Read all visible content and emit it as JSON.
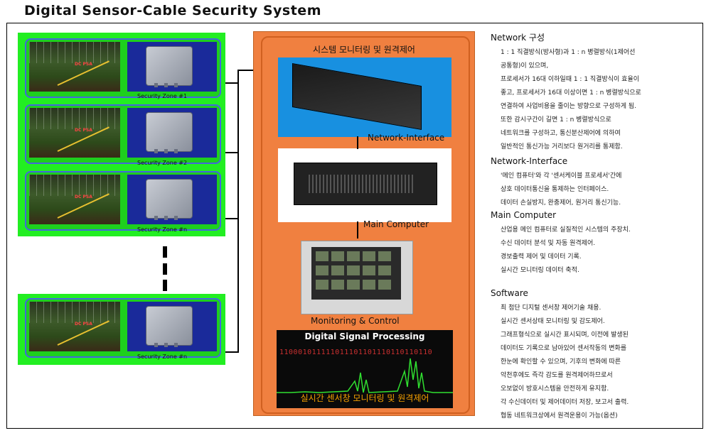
{
  "title": "Digital Sensor-Cable Security System",
  "zones": [
    {
      "label": "Security Zone #1"
    },
    {
      "label": "Security Zone #2"
    },
    {
      "label": "Security Zone #n"
    },
    {
      "label": "Security Zone #n"
    }
  ],
  "photo_tag": "DC PSA",
  "center": {
    "title": "시스템 모니터링 및 원격제어",
    "network_interface": "Network-Interface",
    "main_computer": "Main Computer",
    "monitoring": "Monitoring & Control",
    "dsp_title": "Digital Signal Processing",
    "dsp_bits": "110001011111011101101110110110110",
    "dsp_caption": "실시간 센서창 모니터링 및 원격제어"
  },
  "right": [
    {
      "heading": "Network 구성",
      "lines": [
        "1 : 1 직결방식(방사형)과 1 : n 병렬방식(1제어선",
        "공통형)이 있으며,",
        "프로세서가 16대 이하일때 1 : 1 직결방식이 효율이",
        "좋고,  프로세서가 16대 이상이면 1 : n 병렬방식으로",
        "연결하여 사업비용을 줄이는 방향으로 구성하게 됨.",
        "또한  감시구간이 길면 1 : n 병렬방식으로",
        "네트워크를 구성하고,   통신분산제어에 의하여",
        "일반적인 통신가능 거리보다 원거리를 통제함."
      ]
    },
    {
      "heading": "Network-Interface",
      "lines": [
        "'메인 컴퓨터'와 각 '센서케이블 프로세서'간에",
        "상호 데이터통신을 통제하는 인터페이스.",
        "데이터 손실방지, 완충제어, 원거리 통신기능."
      ]
    },
    {
      "heading": "Main Computer",
      "lines": [
        "산업용 메인 컴퓨터로 실질적인 시스템의 주장치.",
        "수신 데이터 분석 및 자동 원격제어.",
        "경보출력 제어 및 데이터 기록.",
        "실시간 모니터링 데이터 축적."
      ]
    },
    {
      "heading": "Software",
      "lines": [
        "최 첨단 디지털 센서창 제어기술 채용.",
        "실시간 센서상태 모니터링 및 감도제어.",
        "그래프형식으로 실시간 표시되며, 이전에 발생된",
        "데이터도 기록으로 남아있어 센서작동의 변화를",
        "한눈에 확인할 수 있으며,  기후의 변화에 따른",
        "악천후에도 즉각 감도를 원격제어하므로서",
        "오보없이 방호시스템을 안전하게 유지함.",
        "각 수신데이터 및 제어데이터 저장, 보고서 출력.",
        "협동 네트워크상에서 원격운용이 가능(옵션)"
      ]
    }
  ],
  "colors": {
    "zone_green": "#22ee22",
    "panel_orange": "#f08040",
    "device_blue": "#1a2a9a"
  }
}
